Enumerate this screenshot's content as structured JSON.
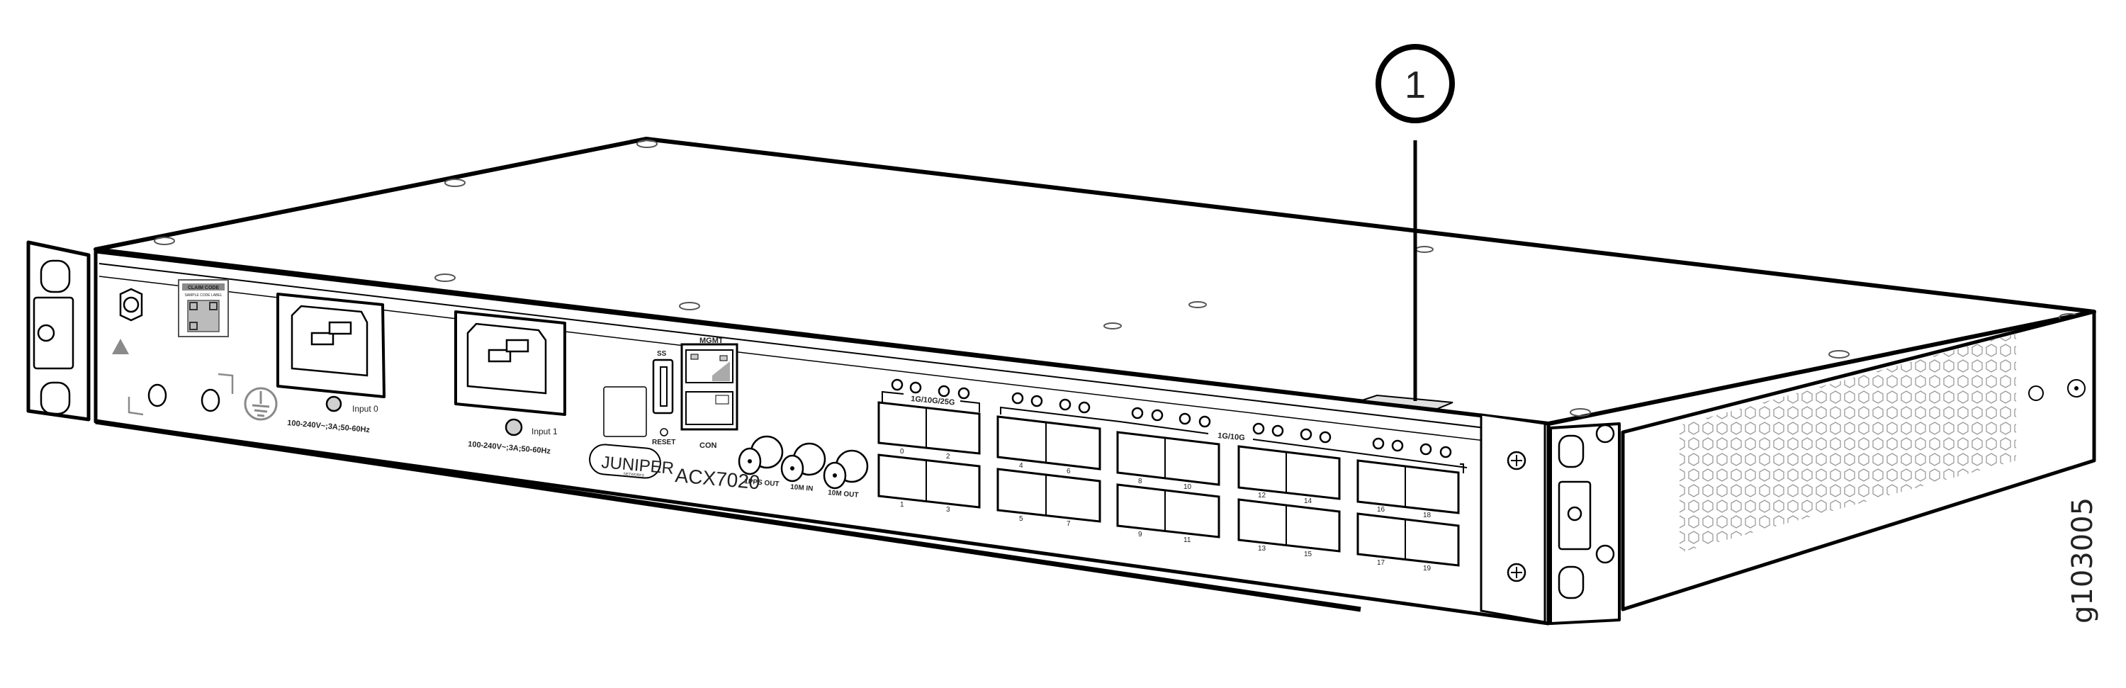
{
  "figure": {
    "id": "g103005",
    "subject": "Juniper ACX7020 router front panel (isometric view)",
    "callouts": [
      {
        "number": "1",
        "target": "product label tag on top front edge of chassis"
      }
    ]
  },
  "chassis": {
    "model": "ACX7020",
    "brand": "JUNIPER",
    "brand_sub": "NETWORKS",
    "claim_label": {
      "title": "CLAIM CODE",
      "subtitle": "SAMPLE CODE LABEL"
    },
    "power_inputs": [
      {
        "label": "Input 0",
        "rating": "100-240V~;3A;50-60Hz"
      },
      {
        "label": "Input 1",
        "rating": "100-240V~;3A;50-60Hz"
      }
    ],
    "ports": {
      "usb_label": "SS",
      "reset_label": "RESET",
      "mgmt_label": "MGMT",
      "con_label": "CON",
      "timing": [
        "1PPS OUT",
        "10M IN",
        "10M OUT"
      ]
    },
    "sfp_groups": [
      {
        "speed_label": "1G/10G/25G",
        "ports_top": [
          "0",
          "2"
        ],
        "ports_bottom": [
          "1",
          "3"
        ]
      },
      {
        "speed_label": "",
        "ports_top": [
          "4",
          "6"
        ],
        "ports_bottom": [
          "5",
          "7"
        ]
      },
      {
        "speed_label": "1G/10G",
        "ports_top": [
          "8",
          "10"
        ],
        "ports_bottom": [
          "9",
          "11"
        ]
      },
      {
        "speed_label": "",
        "ports_top": [
          "12",
          "14"
        ],
        "ports_bottom": [
          "13",
          "15"
        ]
      },
      {
        "speed_label": "",
        "ports_top": [
          "16",
          "18"
        ],
        "ports_bottom": [
          "17",
          "19"
        ]
      }
    ]
  },
  "colors": {
    "line": "#000000",
    "fill": "#ffffff",
    "gray_fill": "#d9d9d9",
    "symbol_gray": "#8a8a8a"
  }
}
